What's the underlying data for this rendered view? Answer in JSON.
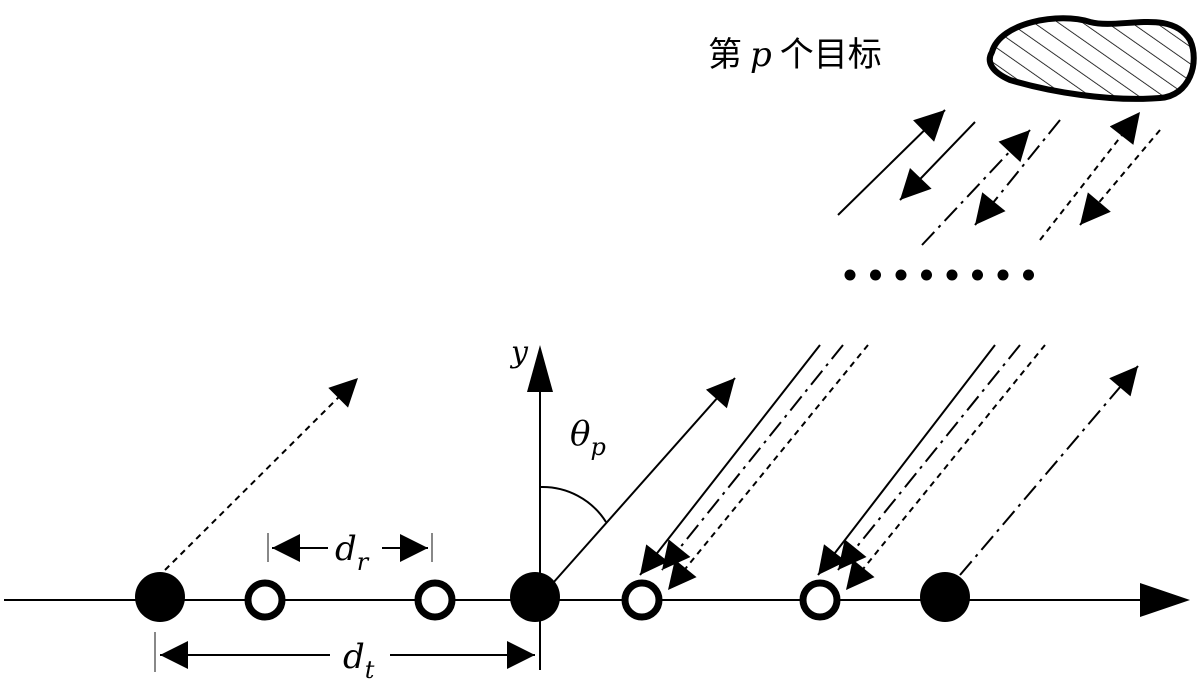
{
  "title_prefix": "第",
  "title_var": "p",
  "title_suffix": "个目标",
  "axis_y_label": "y",
  "theta": {
    "symbol": "θ",
    "sub": "p"
  },
  "dr": {
    "symbol": "d",
    "sub": "r"
  },
  "dt": {
    "symbol": "d",
    "sub": "t"
  },
  "elements": {
    "transmitters": 3,
    "receivers": 4
  },
  "ellipsis_dots": 8
}
